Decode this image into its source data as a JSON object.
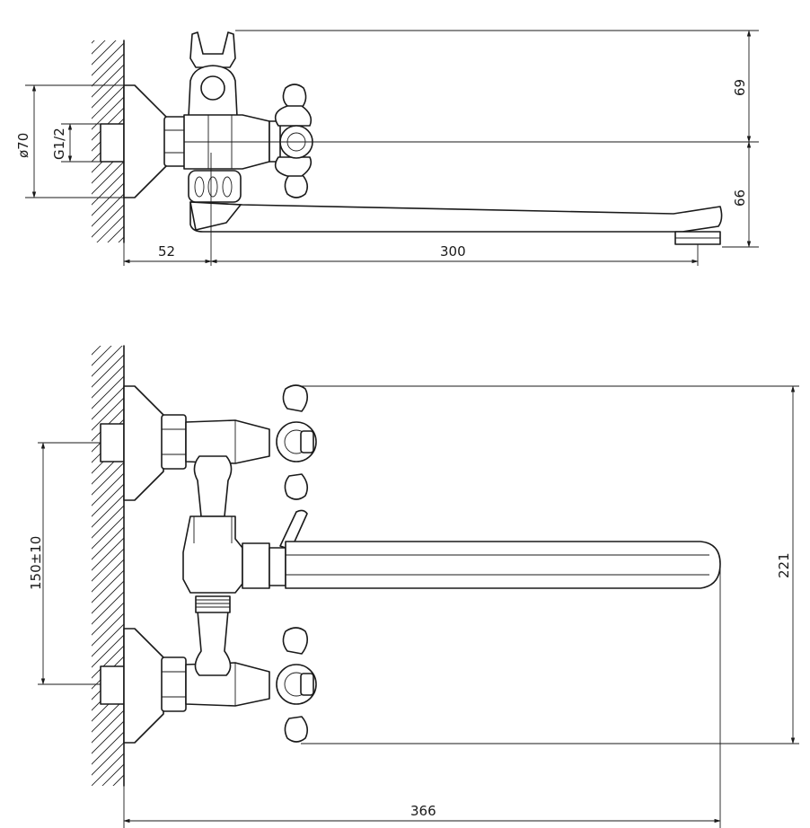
{
  "dimensions": {
    "d_70": "ø70",
    "g_half": "G1/2",
    "d_52": "52",
    "d_300": "300",
    "d_69": "69",
    "d_66": "66",
    "d_150": "150±10",
    "d_221": "221",
    "d_366": "366"
  }
}
